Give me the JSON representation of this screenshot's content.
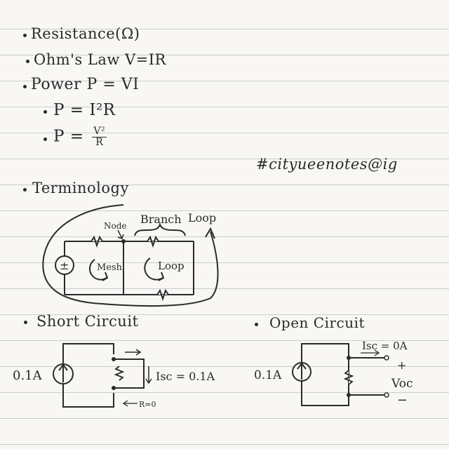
{
  "notes": {
    "resistance": "Resistance(Ω)",
    "ohms_law": "Ohm's Law V=IR",
    "power": "Power P = VI",
    "power_i2r": "P = I²R",
    "power_v2r_prefix": "P =",
    "power_v2r_num": "V²",
    "power_v2r_den": "R",
    "hashtag": "#cityueenotes@ig"
  },
  "terminology": {
    "heading": "Terminology",
    "node": "Node",
    "branch": "Branch",
    "loop_outer": "Loop",
    "mesh": "Mesh",
    "loop_inner": "Loop",
    "source_symbol": "±"
  },
  "short_circuit": {
    "heading": "Short Circuit",
    "source": "0.1A",
    "current": "Isc = 0.1A",
    "resistance_note": "R=0"
  },
  "open_circuit": {
    "heading": "Open Circuit",
    "source": "0.1A",
    "current": "Isc = 0A",
    "plus": "+",
    "voltage": "Voc",
    "minus": "−"
  },
  "colors": {
    "ink": "#2a2a2a",
    "rule_lines": "#c9cdd3",
    "paper": "#f8f7f4"
  }
}
